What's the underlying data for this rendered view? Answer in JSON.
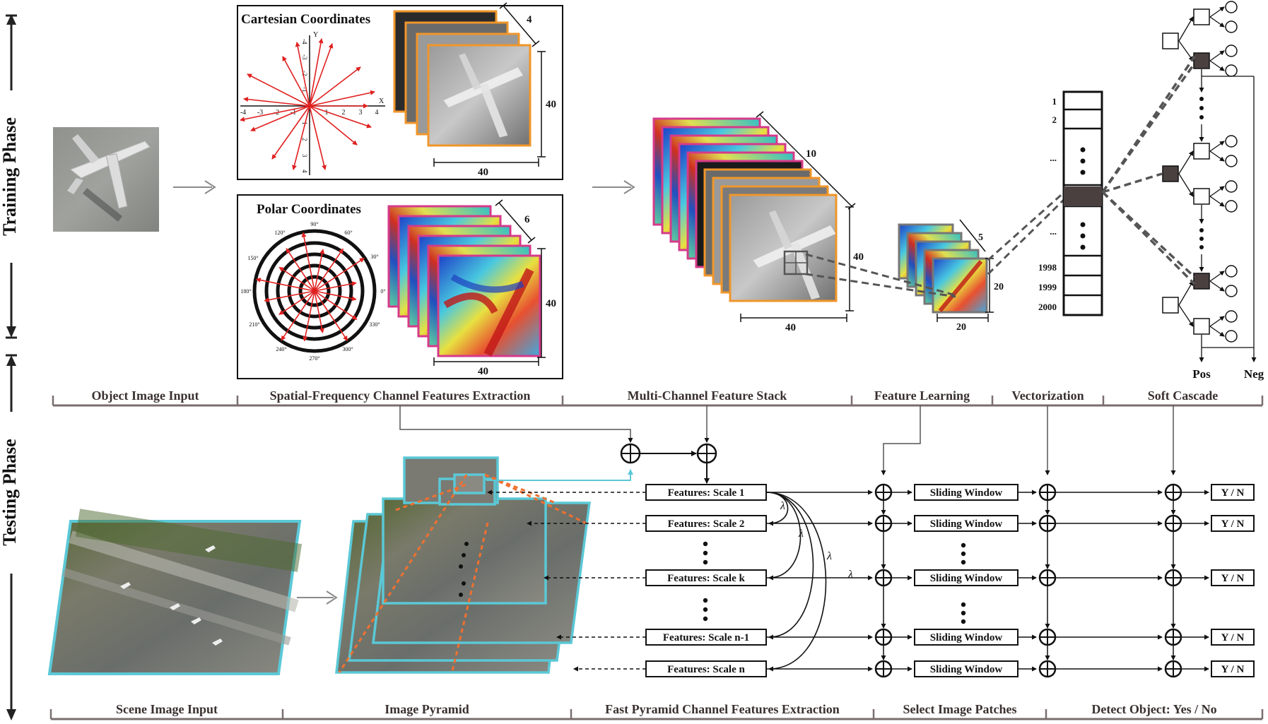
{
  "phases": {
    "training": "Training Phase",
    "testing": "Testing Phase"
  },
  "training_stages": [
    "Object Image Input",
    "Spatial-Frequency Channel Features Extraction",
    "Multi-Channel Feature Stack",
    "Feature Learning",
    "Vectorization",
    "Soft Cascade"
  ],
  "testing_stages": [
    "Scene Image Input",
    "Image Pyramid",
    "Fast Pyramid Channel Features Extraction",
    "Select Image Patches",
    "Detect Object: Yes / No"
  ],
  "cartesian": {
    "title": "Cartesian Coordinates",
    "axis_x": "X",
    "axis_y": "Y",
    "x_ticks": [
      "-4",
      "-3",
      "-2",
      "-1",
      "1",
      "2",
      "3",
      "4"
    ],
    "y_ticks_top": [
      "-4",
      "-3",
      "-2",
      "-1"
    ],
    "y_ticks_bottom": [
      "1",
      "2",
      "3",
      "4"
    ],
    "stack_depth": "4",
    "stack_height": "40",
    "stack_width": "40"
  },
  "polar": {
    "title": "Polar Coordinates",
    "angles": [
      "90°",
      "60°",
      "30°",
      "0°",
      "330°",
      "300°",
      "270°",
      "240°",
      "210°",
      "180°",
      "150°",
      "120°"
    ],
    "stack_depth": "6",
    "stack_height": "40",
    "stack_width": "40"
  },
  "feature_stack": {
    "depth": "10",
    "height": "40",
    "width": "40"
  },
  "feature_learning": {
    "depth": "5",
    "height": "20",
    "width": "20"
  },
  "vector": {
    "labels_top": [
      "1",
      "2",
      "..."
    ],
    "labels_bottom": [
      "...",
      "1998",
      "1999",
      "2000"
    ]
  },
  "cascade": {
    "pos": "Pos",
    "neg": "Neg"
  },
  "scales": [
    "Features: Scale 1",
    "Features: Scale 2",
    "Features: Scale k",
    "Features: Scale n-1",
    "Features: Scale n"
  ],
  "lambda": "λ",
  "sliding_window": "Sliding Window",
  "decision": "Y / N",
  "colors": {
    "arrow_red": "#e02020",
    "pyramid_cyan": "#5bc8d6",
    "pyramid_orange": "#f07030",
    "frame_orange": "#f0962a",
    "frame_magenta": "#d63a8a",
    "timeline_gray": "#7a6e6e",
    "node_dark": "#4a4040"
  }
}
